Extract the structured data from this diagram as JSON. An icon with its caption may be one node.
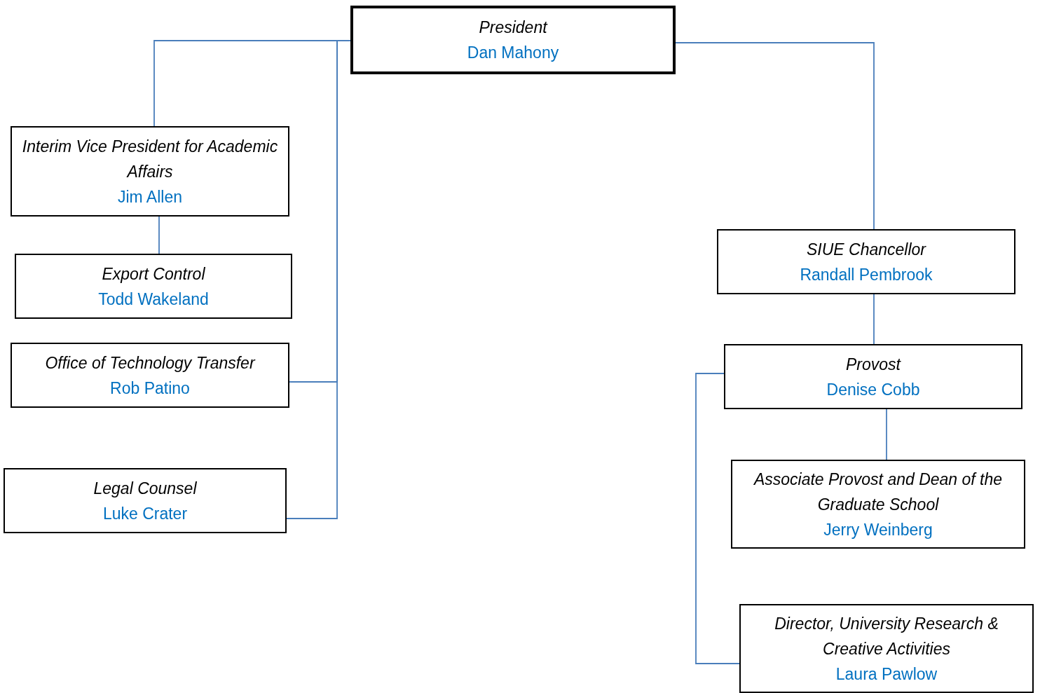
{
  "diagram": {
    "nodes": [
      {
        "text": [
          "President",
          "Dan Mahony"
        ]
      },
      {
        "text": [
          "Interim Vice President for Academic Affairs",
          "Jim Allen"
        ]
      },
      {
        "text": [
          "Export Control",
          "Todd Wakeland"
        ]
      },
      {
        "text": [
          "Office of Technology Transfer",
          "Rob Patino"
        ]
      },
      {
        "text": [
          "Legal Counsel",
          "Luke Crater"
        ]
      },
      {
        "text": [
          "SIUE Chancellor",
          "Randall Pembrook"
        ]
      },
      {
        "text": [
          "Provost",
          "Denise Cobb"
        ]
      },
      {
        "text": [
          "Associate Provost and Dean of the Graduate School",
          "Jerry Weinberg"
        ]
      },
      {
        "text": [
          "Director, University Research & Creative Activities",
          "Laura Pawlow"
        ]
      }
    ],
    "edges": [
      {
        "from": 0,
        "to": 1,
        "arrow": "none"
      },
      {
        "from": 0,
        "to": 3,
        "arrow": "none"
      },
      {
        "from": 0,
        "to": 4,
        "arrow": "none"
      },
      {
        "from": 0,
        "to": 5,
        "arrow": "none"
      },
      {
        "from": 1,
        "to": 2,
        "arrow": "none"
      },
      {
        "from": 5,
        "to": 6,
        "arrow": "none"
      },
      {
        "from": 6,
        "to": 7,
        "arrow": "none"
      },
      {
        "from": 6,
        "to": 8,
        "arrow": "none"
      }
    ]
  }
}
